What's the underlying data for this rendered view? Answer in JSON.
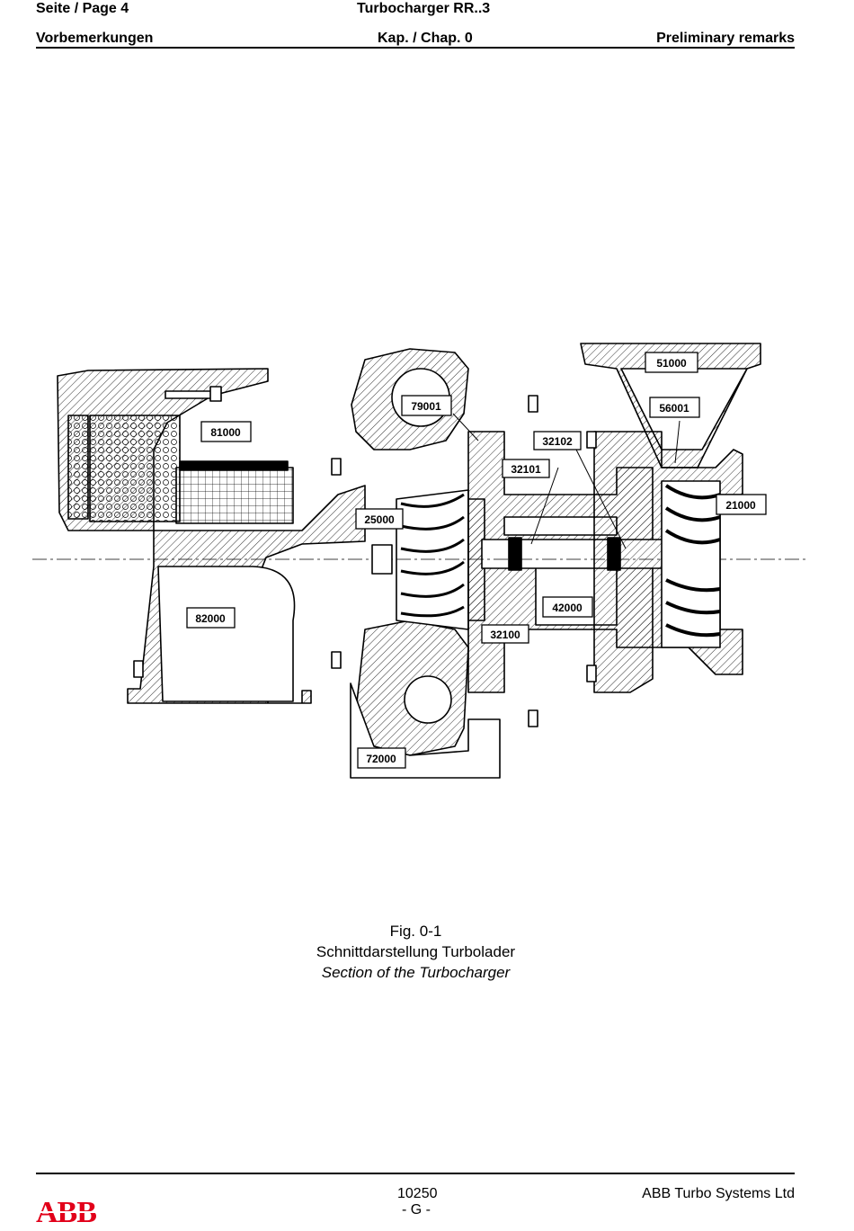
{
  "header": {
    "page": "Seite / Page  4",
    "product": "Turbocharger RR..3",
    "section_de": "Vorbemerkungen",
    "chapter": "Kap. / Chap. 0",
    "section_en": "Preliminary remarks"
  },
  "figure": {
    "labels": {
      "p51000": "51000",
      "p79001": "79001",
      "p56001": "56001",
      "p81000": "81000",
      "p32102": "32102",
      "p32101": "32101",
      "p21000": "21000",
      "p25000": "25000",
      "p42000": "42000",
      "p82000": "82000",
      "p32100": "32100",
      "p72000": "72000"
    },
    "caption_number": "Fig. 0-1",
    "caption_de": "Schnittdarstellung Turbolader",
    "caption_en": "Section of the Turbocharger"
  },
  "footer": {
    "doc_number": "10250",
    "revision": "- G -",
    "company": "ABB Turbo Systems Ltd",
    "logo_text": "ABB",
    "logo_color": "#e2001a"
  }
}
